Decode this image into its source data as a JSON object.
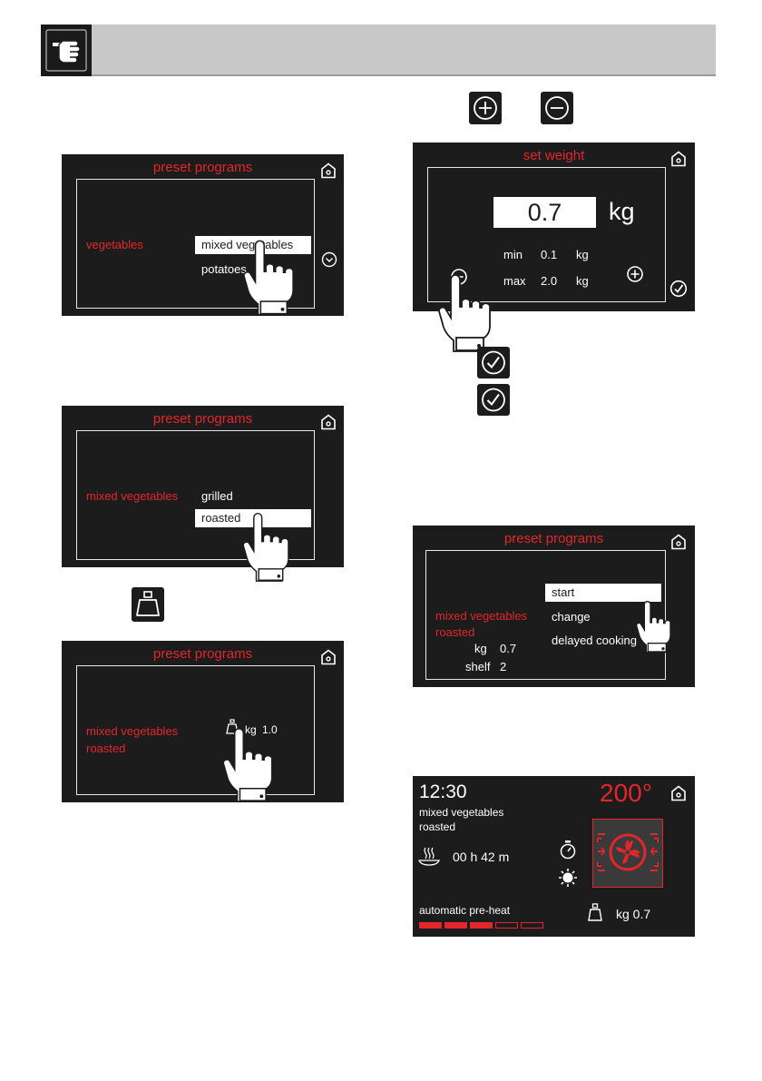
{
  "screen1": {
    "title": "preset programs",
    "category": "vegetables",
    "options": [
      "mixed vegetables",
      "potatoes"
    ]
  },
  "screen2": {
    "title": "preset programs",
    "category": "mixed vegetables",
    "options": [
      "grilled",
      "roasted"
    ]
  },
  "screen3": {
    "title": "preset programs",
    "line1": "mixed vegetables",
    "line2": "roasted",
    "weight_unit": "kg",
    "weight_value": "1.0"
  },
  "weight_screen": {
    "title": "set weight",
    "value": "0.7",
    "unit": "kg",
    "min_label": "min",
    "min_value": "0.1",
    "max_label": "max",
    "max_value": "2.0",
    "range_unit": "kg"
  },
  "summary_screen": {
    "title": "preset programs",
    "line1": "mixed vegetables",
    "line2": "roasted",
    "kg_label": "kg",
    "kg_value": "0.7",
    "shelf_label": "shelf",
    "shelf_value": "2",
    "options": [
      "start",
      "change",
      "delayed cooking"
    ]
  },
  "cooking_screen": {
    "time": "12:30",
    "temperature": "200°",
    "line1": "mixed vegetables",
    "line2": "roasted",
    "duration": "00 h 42 m",
    "preheat_label": "automatic pre-heat",
    "weight_text": "kg 0.7",
    "preheat_progress": 0.6
  },
  "colors": {
    "accent": "#e3262b",
    "screen_bg": "#1c1c1c",
    "header_bg": "#c8c8c8"
  },
  "icons": [
    "pointing-hand-icon",
    "home-icon",
    "chevron-down-icon",
    "plus-icon",
    "minus-icon",
    "check-icon",
    "weight-icon",
    "fan-icon",
    "timer-icon",
    "light-icon",
    "steam-dish-icon",
    "touch-hand-icon"
  ]
}
